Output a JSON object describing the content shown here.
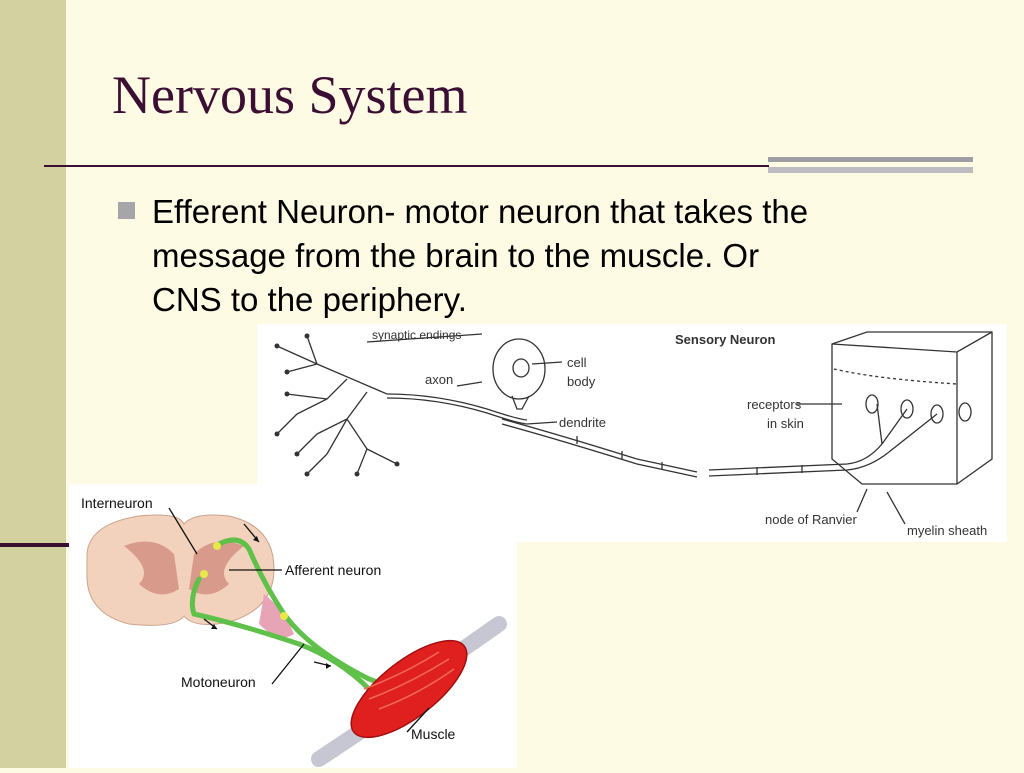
{
  "slide": {
    "title": "Nervous System",
    "bullet": "Efferent Neuron- motor neuron that takes the\nmessage from the brain to the muscle.  Or\nCNS to the periphery."
  },
  "sensory_figure": {
    "heading": "Sensory Neuron",
    "labels": {
      "synaptic_endings": "synaptic endings",
      "axon": "axon",
      "cell": "cell",
      "body": "body",
      "dendrite": "dendrite",
      "receptors": "receptors",
      "in_skin": "in skin",
      "node_of_ranvier": "node of Ranvier",
      "myelin_sheath": "myelin sheath"
    }
  },
  "reflex_figure": {
    "labels": {
      "interneuron": "Interneuron",
      "afferent_neuron": "Afferent neuron",
      "motoneuron": "Motoneuron",
      "muscle": "Muscle"
    }
  },
  "colors": {
    "title": "#3b0f34",
    "background": "#fdfbe3",
    "left_band": "#d4d1a0",
    "neuron_green": "#5fc04a",
    "muscle_red": "#e0201e",
    "spinal_cord": "#f2d2bc"
  }
}
